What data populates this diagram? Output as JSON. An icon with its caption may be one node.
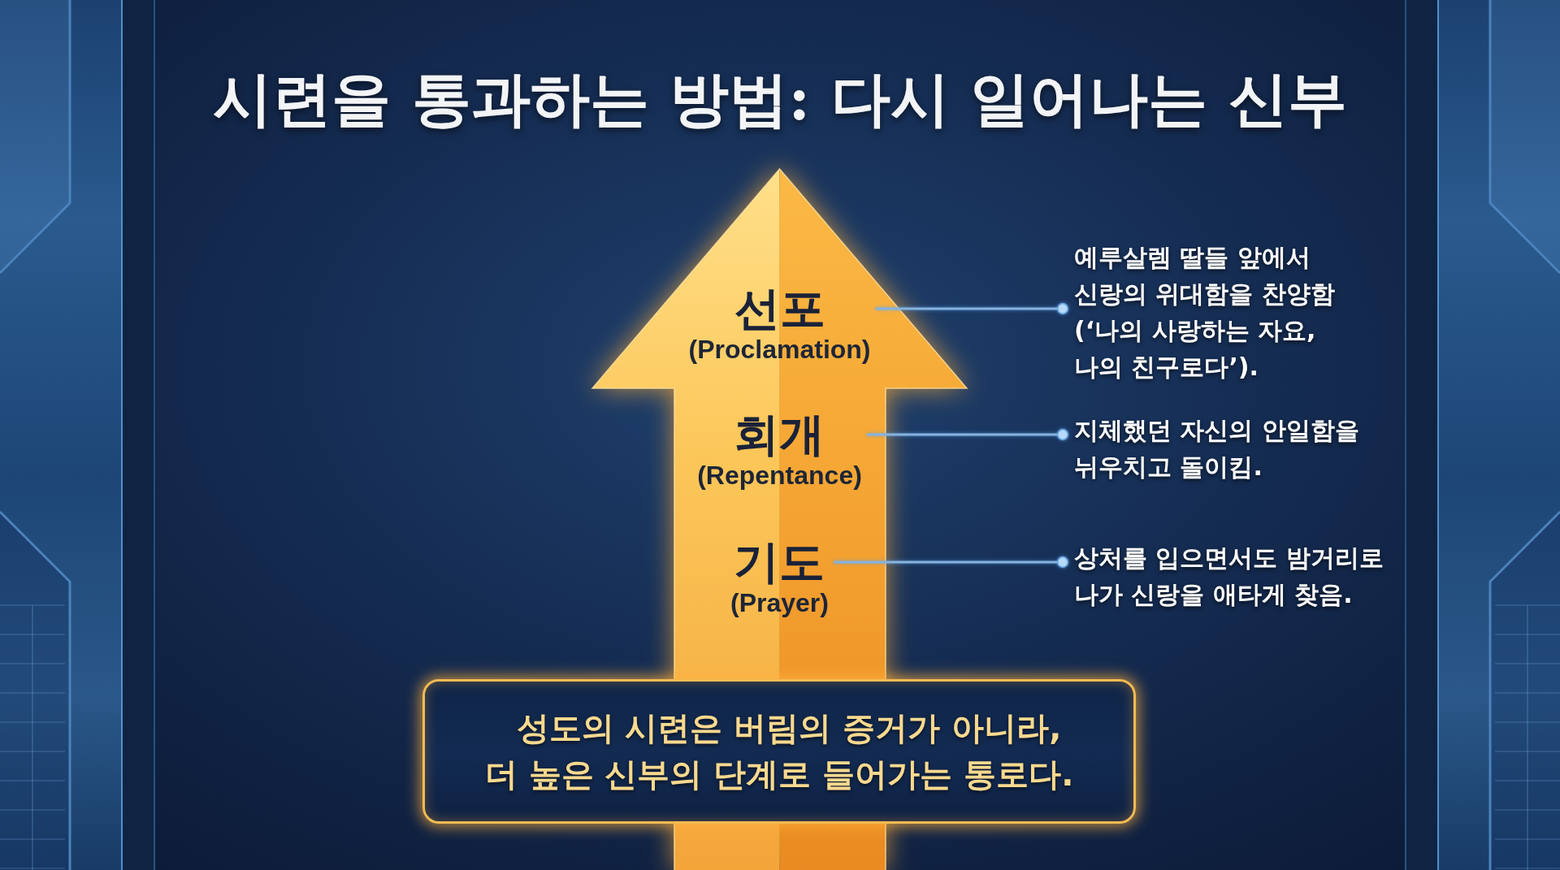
{
  "diagram": {
    "title": "시련을 통과하는 방법: 다시 일어나는 신부",
    "nodes": [
      {
        "text": [],
        "shape": "arrow"
      },
      {
        "text": [
          "선포",
          "(Proclamation)"
        ],
        "in": 0
      },
      {
        "text": [
          "회개",
          "(Repentance)"
        ],
        "in": 0
      },
      {
        "text": [
          "기도",
          "(Prayer)"
        ],
        "in": 0
      },
      {
        "text": [
          "예루살렘 딸들 앞에서 신랑의 위대함을 찬양함 (‘나의 사랑하는 자요, 나의 친구로다’)."
        ]
      },
      {
        "text": [
          "지체했던 자신의 안일함을 뉘우치고 돌이킴."
        ]
      },
      {
        "text": [
          "상처를 입으면서도 밤거리로 나가 신랑을 애타게 찾음."
        ]
      },
      {
        "text": [
          "성도의 시련은 버림의 증거가 아니라, 더 높은 신부의 단계로 들어가는 통로다."
        ]
      }
    ],
    "edges": [
      {
        "from": 1,
        "to": 4,
        "arrow": "other"
      },
      {
        "from": 2,
        "to": 5,
        "arrow": "other"
      },
      {
        "from": 3,
        "to": 6,
        "arrow": "other"
      }
    ]
  }
}
